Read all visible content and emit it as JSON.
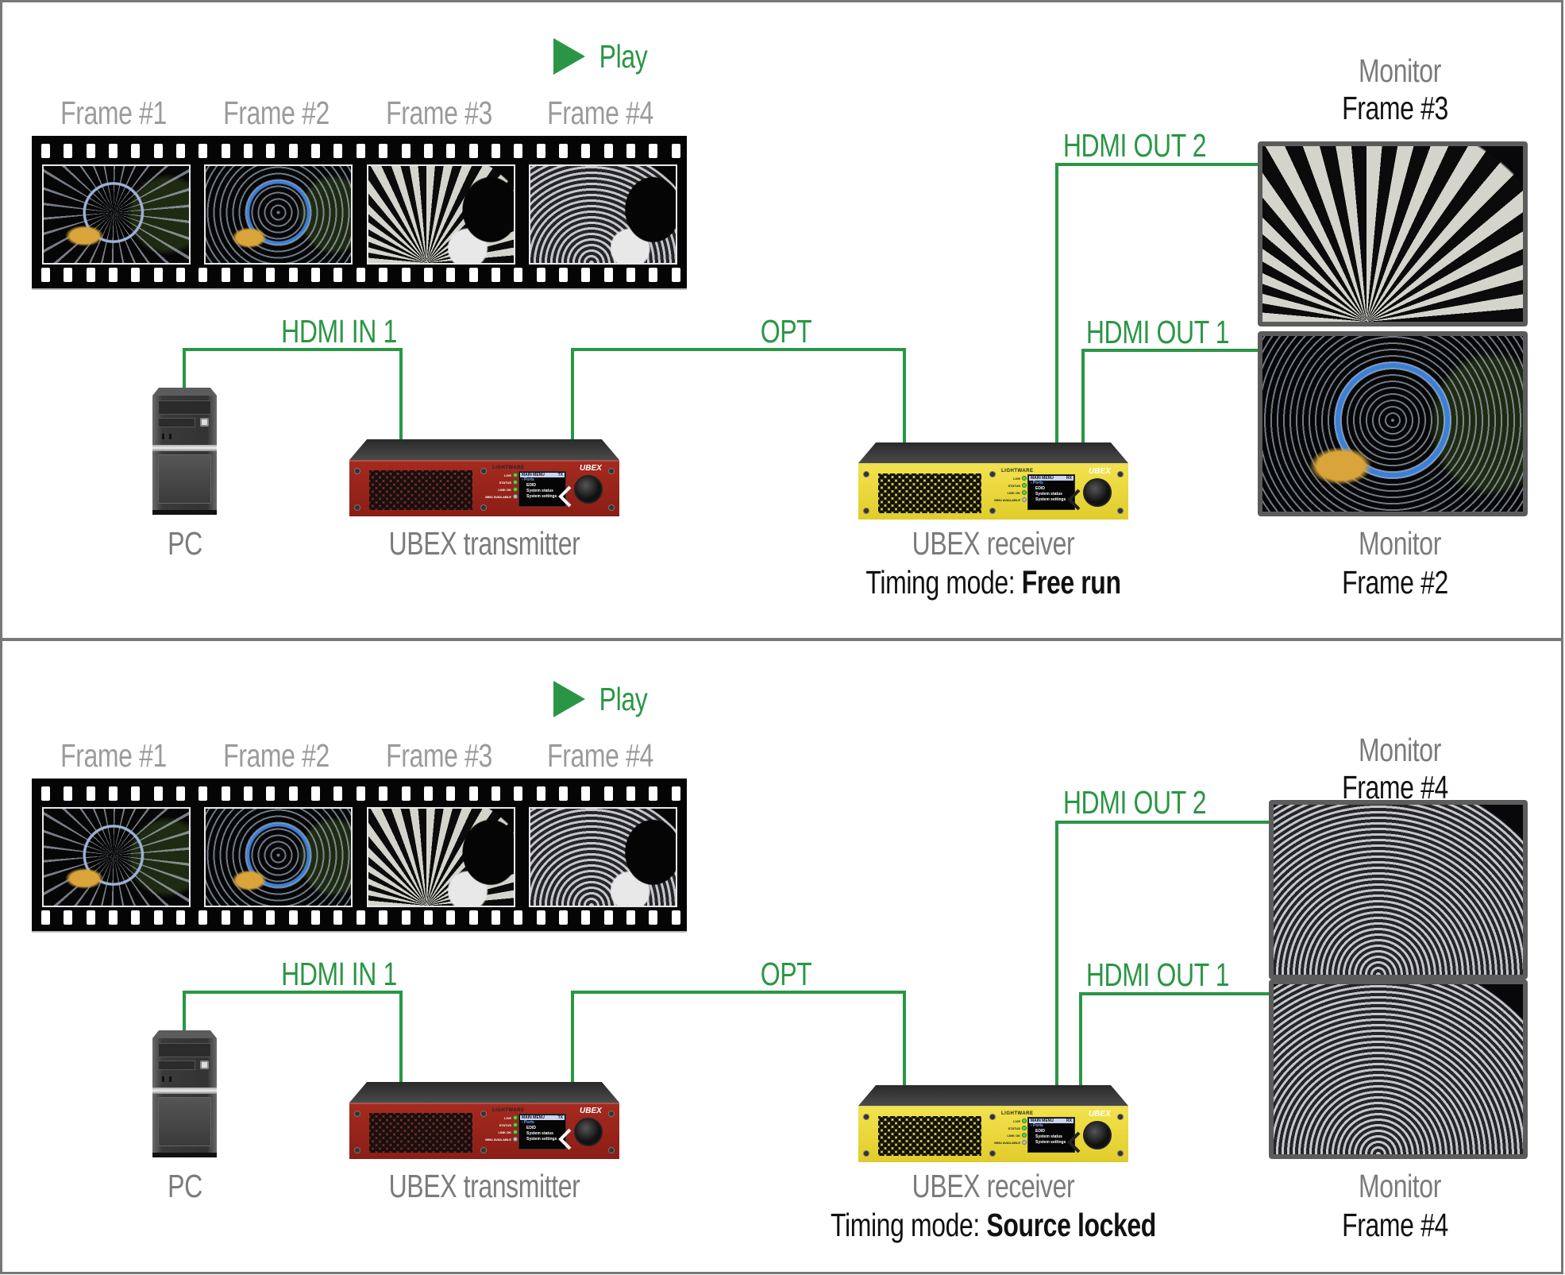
{
  "diagram": {
    "accent_color": "#2a9645",
    "panels": [
      {
        "id": "top",
        "play_label": "Play",
        "source_frames": [
          "Frame #1",
          "Frame #2",
          "Frame #3",
          "Frame #4"
        ],
        "pc_label": "PC",
        "connections": {
          "hdmi_in": "HDMI IN 1",
          "opt": "OPT",
          "hdmi_out_2": "HDMI OUT 2",
          "hdmi_out_1": "HDMI OUT 1"
        },
        "transmitter": {
          "label": "UBEX transmitter",
          "brand": "LIGHTWARE",
          "model": "UBEX",
          "menu_title": "MAIN MENU",
          "menu_mode": "TX",
          "menu_items": [
            "Ports",
            "EDID",
            "System status",
            "System settings"
          ],
          "leds": [
            "LIVE",
            "STATUS",
            "LINK OK",
            "MMU AVAILABLE"
          ]
        },
        "receiver": {
          "label": "UBEX receiver",
          "brand": "LIGHTWARE",
          "model": "UBEX",
          "menu_title": "MAIN MENU",
          "menu_mode": "RX",
          "menu_items": [
            "Ports",
            "EDID",
            "System status",
            "System settings"
          ],
          "leds": [
            "LIVE",
            "STATUS",
            "LINK OK",
            "MMU AVAILABLE"
          ],
          "timing_prefix": "Timing mode: ",
          "timing_value": "Free run"
        },
        "monitor_top": {
          "title": "Monitor",
          "frame": "Frame #3"
        },
        "monitor_bottom": {
          "title": "Monitor",
          "frame": "Frame #2"
        }
      },
      {
        "id": "bottom",
        "play_label": "Play",
        "source_frames": [
          "Frame #1",
          "Frame #2",
          "Frame #3",
          "Frame #4"
        ],
        "pc_label": "PC",
        "connections": {
          "hdmi_in": "HDMI IN 1",
          "opt": "OPT",
          "hdmi_out_2": "HDMI OUT 2",
          "hdmi_out_1": "HDMI OUT 1"
        },
        "transmitter": {
          "label": "UBEX transmitter",
          "brand": "LIGHTWARE",
          "model": "UBEX",
          "menu_title": "MAIN MENU",
          "menu_mode": "TX",
          "menu_items": [
            "Ports",
            "EDID",
            "System status",
            "System settings"
          ],
          "leds": [
            "LIVE",
            "STATUS",
            "LINK OK",
            "MMU AVAILABLE"
          ]
        },
        "receiver": {
          "label": "UBEX receiver",
          "brand": "LIGHTWARE",
          "model": "UBEX",
          "menu_title": "MAIN MENU",
          "menu_mode": "RX",
          "menu_items": [
            "Ports",
            "EDID",
            "System status",
            "System settings"
          ],
          "leds": [
            "LIVE",
            "STATUS",
            "LINK OK",
            "MMU AVAILABLE"
          ],
          "timing_prefix": "Timing mode: ",
          "timing_value": "Source locked"
        },
        "monitor_top": {
          "title": "Monitor",
          "frame": "Frame #4"
        },
        "monitor_bottom": {
          "title": "Monitor",
          "frame": "Frame #4"
        }
      }
    ]
  }
}
